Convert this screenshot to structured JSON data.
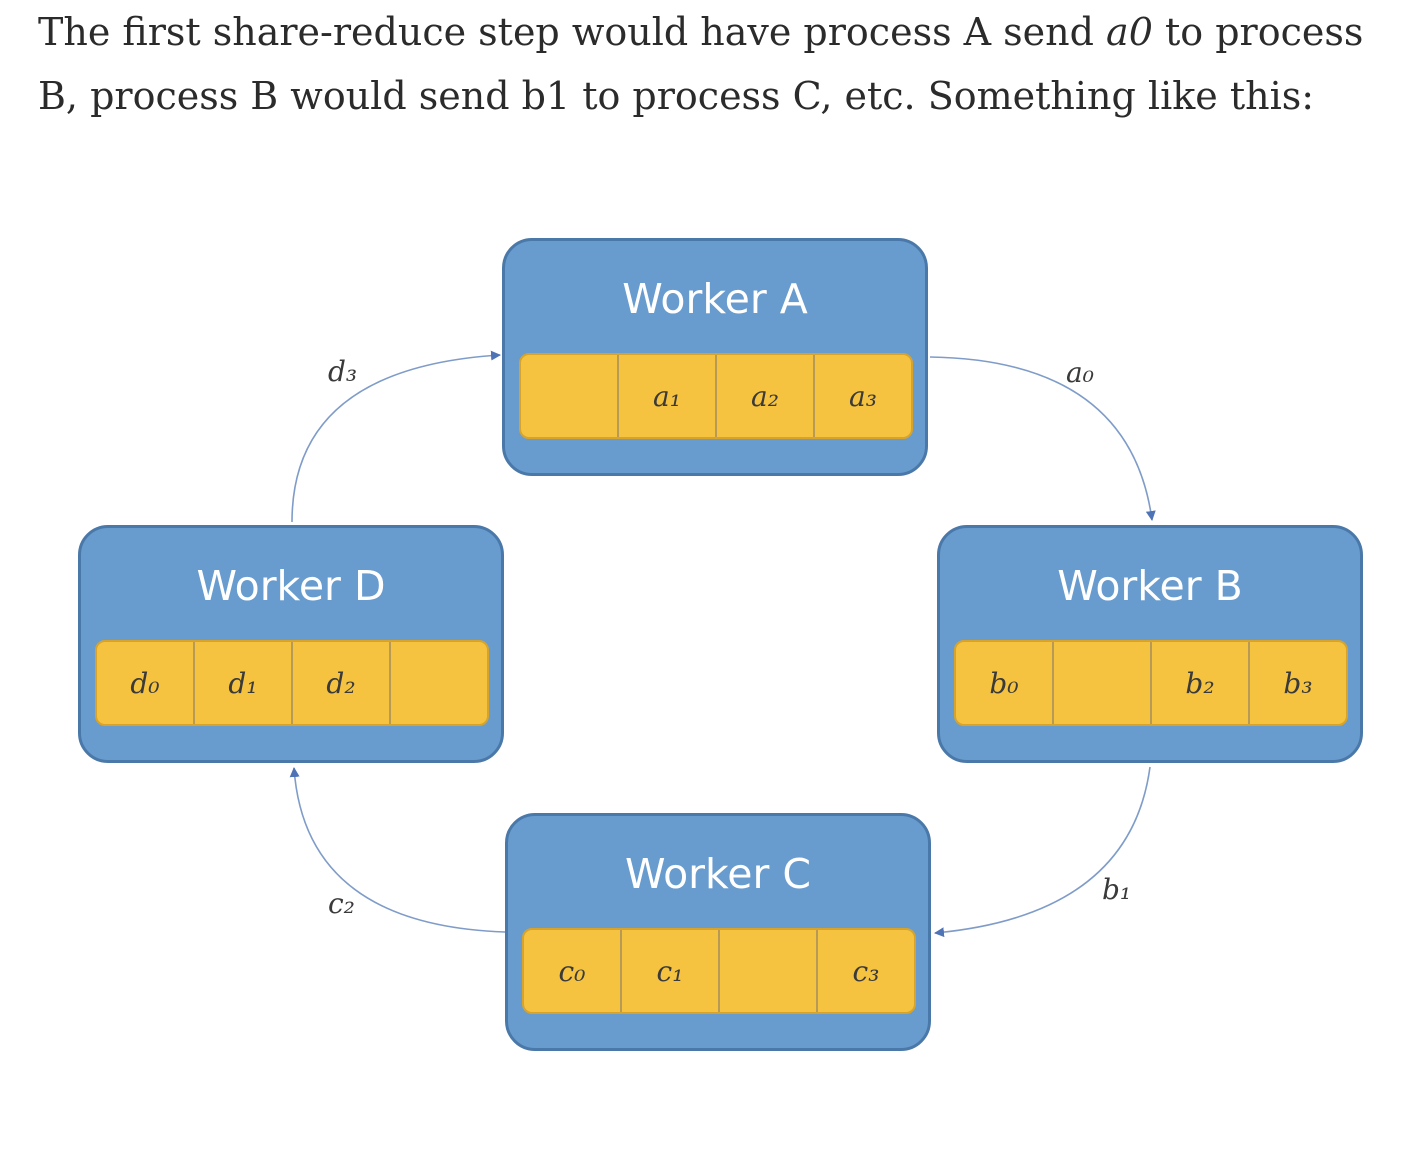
{
  "paragraph": {
    "part1": "The first share-reduce step would have process A send ",
    "emphasis": "a0",
    "part2": " to process B, process B would send b1 to process C, etc. Something like this:"
  },
  "workers": [
    {
      "title": "Worker A",
      "cells": [
        "",
        "a₁",
        "a₂",
        "a₃"
      ]
    },
    {
      "title": "Worker B",
      "cells": [
        "b₀",
        "",
        "b₂",
        "b₃"
      ]
    },
    {
      "title": "Worker C",
      "cells": [
        "c₀",
        "c₁",
        "",
        "c₃"
      ]
    },
    {
      "title": "Worker D",
      "cells": [
        "d₀",
        "d₁",
        "d₂",
        ""
      ]
    }
  ],
  "arrows": [
    {
      "label": "a₀",
      "from": "Worker A",
      "to": "Worker B"
    },
    {
      "label": "b₁",
      "from": "Worker B",
      "to": "Worker C"
    },
    {
      "label": "c₂",
      "from": "Worker C",
      "to": "Worker D"
    },
    {
      "label": "d₃",
      "from": "Worker D",
      "to": "Worker A"
    }
  ],
  "colors": {
    "worker_fill": "#689ccf",
    "cell_fill": "#f5c33f",
    "arrow": "#6f90c4"
  }
}
